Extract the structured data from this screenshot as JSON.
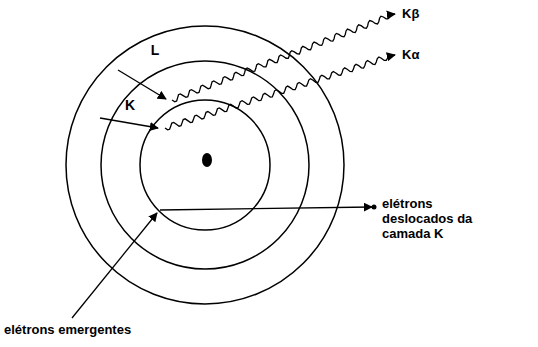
{
  "diagram": {
    "nodes": [
      {
        "text": [
          "L"
        ]
      },
      {
        "text": [
          "K"
        ],
        "in": 0
      }
    ],
    "labels": [
      "Kβ",
      "Kα",
      "elétrons deslocados da camada K",
      "elétrons emergentes"
    ]
  }
}
